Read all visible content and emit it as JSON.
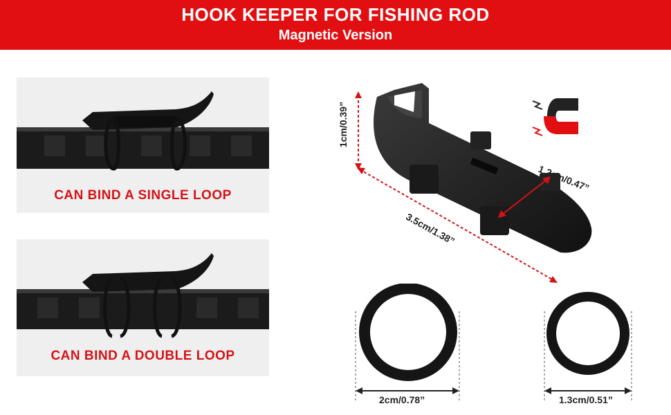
{
  "header": {
    "title": "HOOK KEEPER FOR FISHING ROD",
    "subtitle": "Magnetic Version"
  },
  "panels": [
    {
      "caption": "CAN BIND A SINGLE LOOP"
    },
    {
      "caption": "CAN BIND A DOUBLE LOOP"
    }
  ],
  "dimensions": {
    "height": "1cm/0.39”",
    "length": "3.5cm/1.38”",
    "width": "1.2cm/0.47”",
    "ring_large": "2cm/0.78”",
    "ring_small": "1.3cm/0.51”"
  },
  "icons": {
    "magnet": "magnet-icon"
  },
  "colors": {
    "brand_red": "#e10f11",
    "caption_red": "#d41317",
    "product_black": "#1a1a1a"
  }
}
